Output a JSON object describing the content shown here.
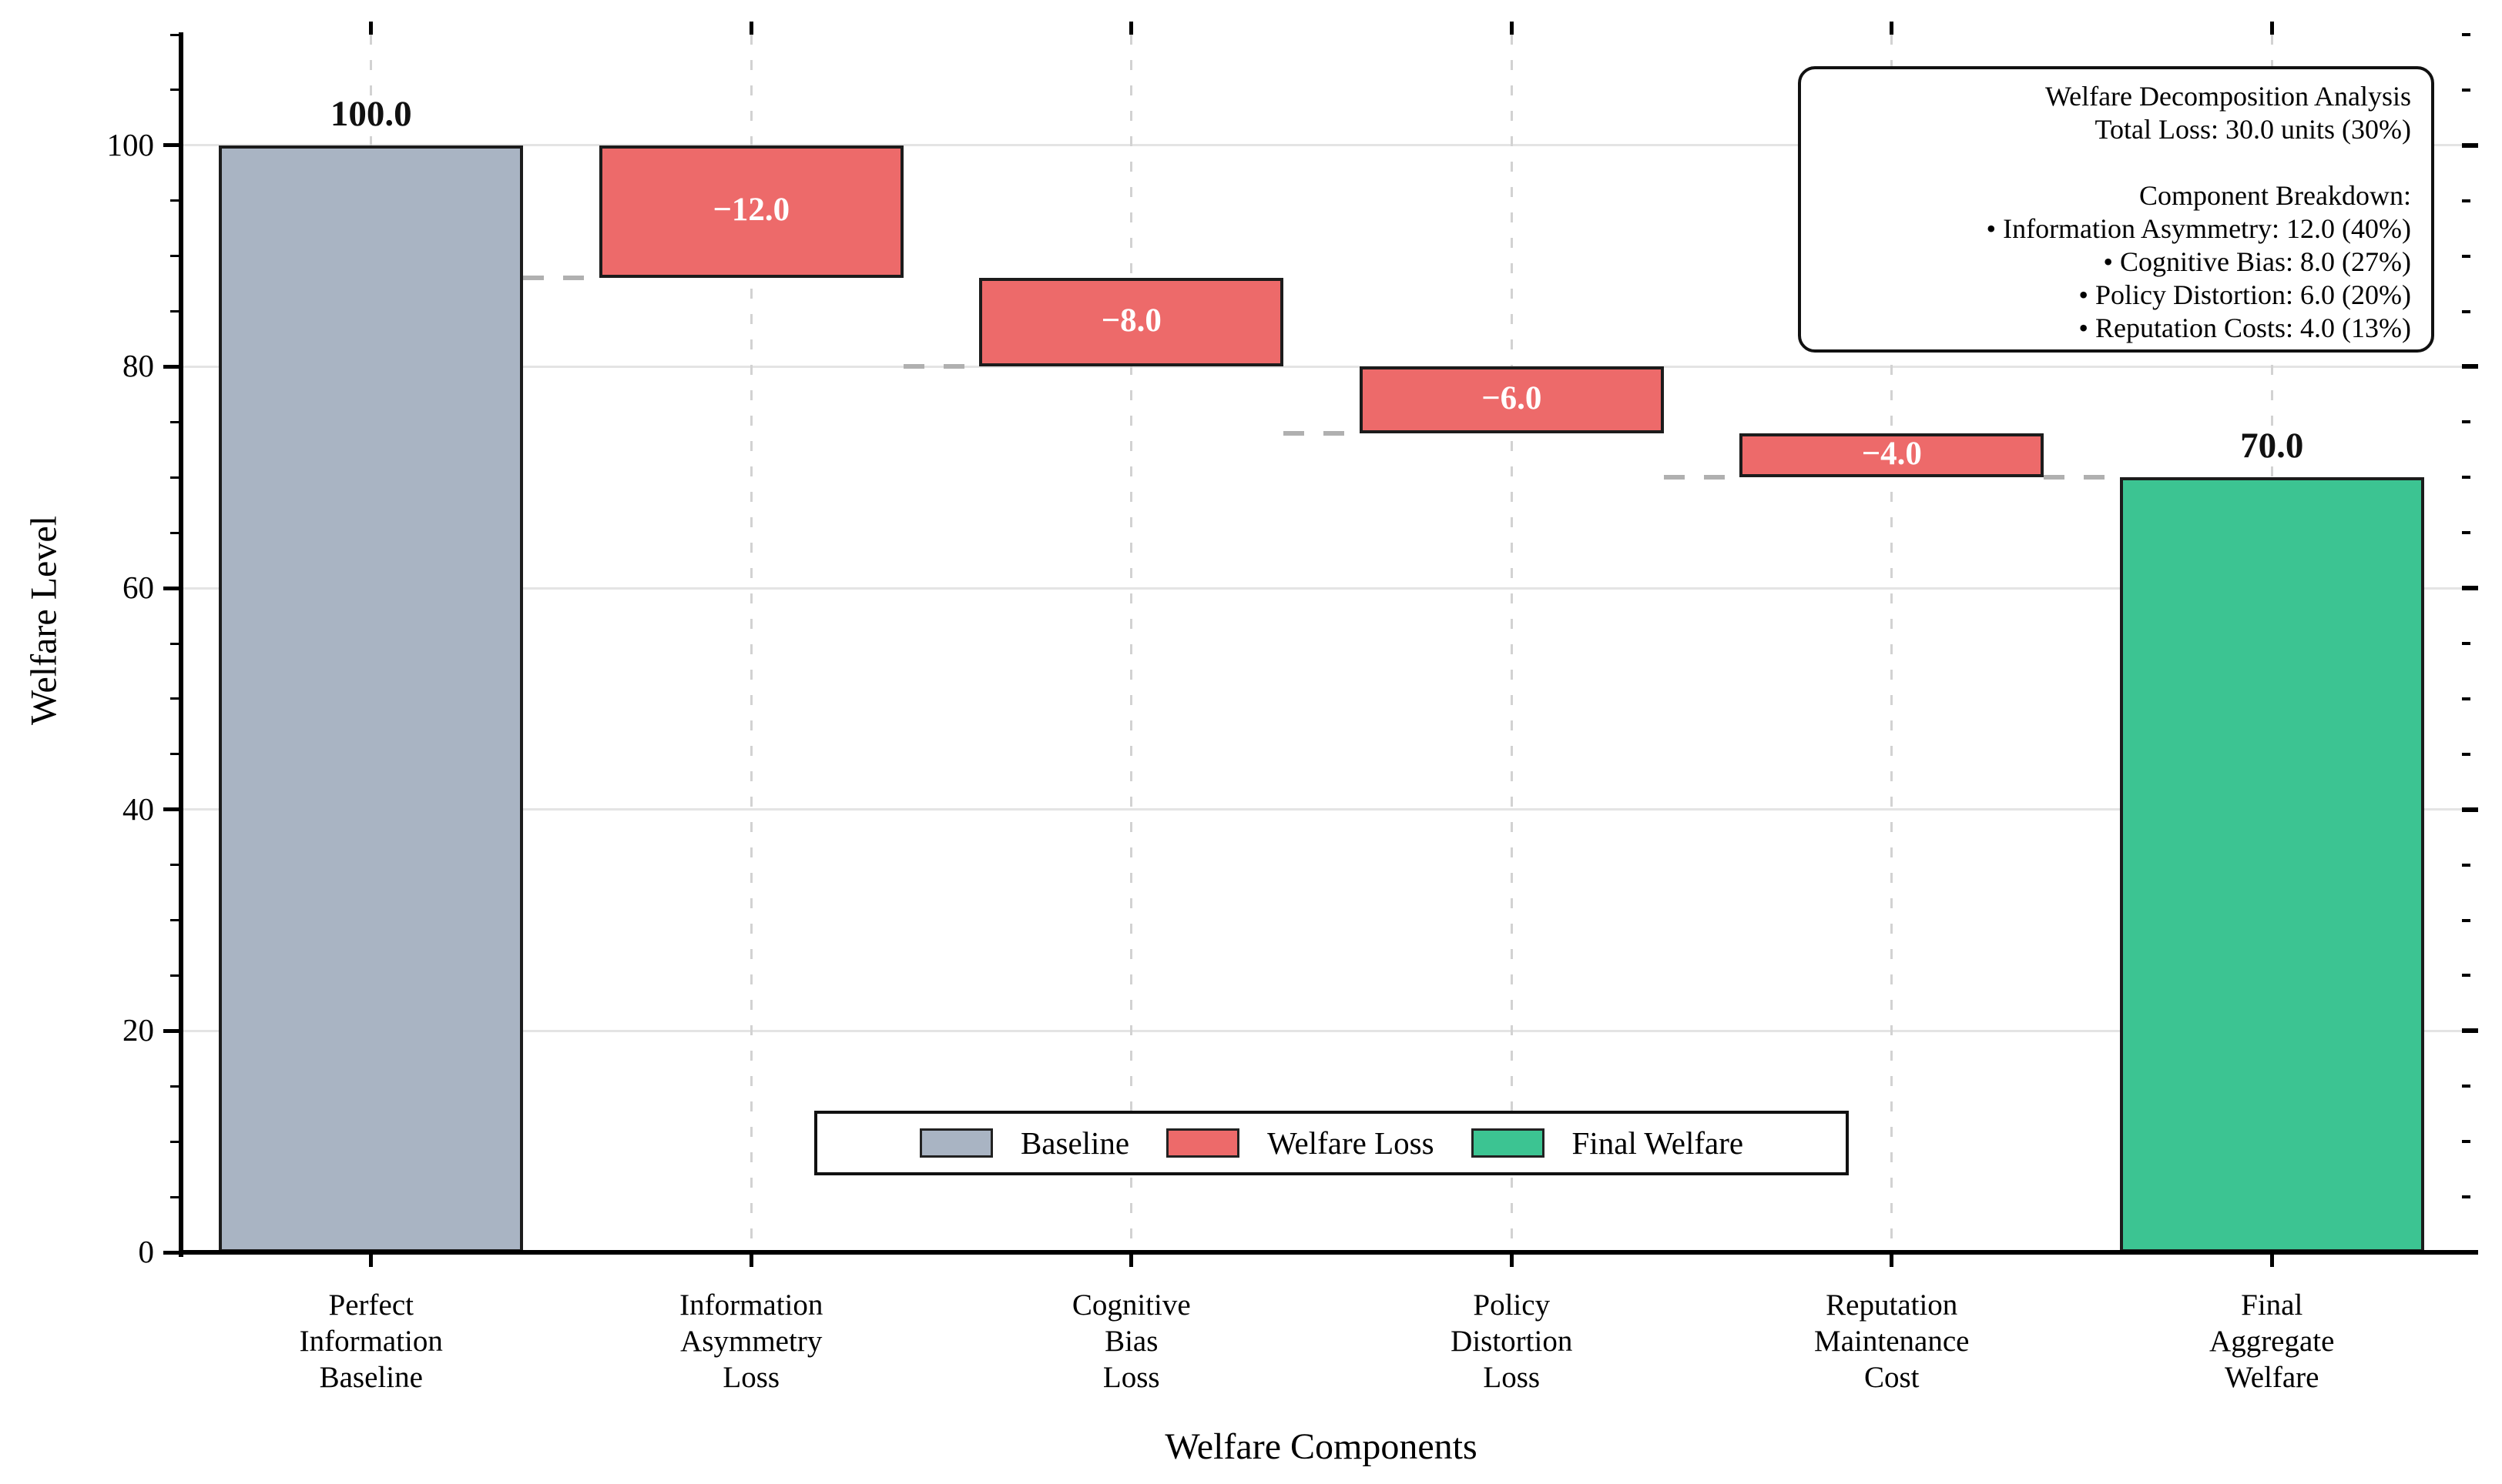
{
  "chart_data": {
    "type": "bar",
    "subtype": "waterfall",
    "title": "",
    "xlabel": "Welfare Components",
    "ylabel": "Welfare Level",
    "ylim": [
      0,
      110
    ],
    "yticks": [
      0,
      20,
      40,
      60,
      80,
      100
    ],
    "y_minor_step": 5,
    "grid": true,
    "bars": [
      {
        "name": "perfect-information-baseline",
        "category_lines": [
          "Perfect",
          "Information",
          "Baseline"
        ],
        "kind": "baseline",
        "base": 0,
        "top": 100,
        "value": 100.0,
        "value_label": "100.0",
        "label_placement": "above"
      },
      {
        "name": "information-asymmetry-loss",
        "category_lines": [
          "Information",
          "Asymmetry",
          "Loss"
        ],
        "kind": "loss",
        "base": 88,
        "top": 100,
        "value": -12.0,
        "value_label": "−12.0",
        "label_placement": "inside"
      },
      {
        "name": "cognitive-bias-loss",
        "category_lines": [
          "Cognitive",
          "Bias",
          "Loss"
        ],
        "kind": "loss",
        "base": 80,
        "top": 88,
        "value": -8.0,
        "value_label": "−8.0",
        "label_placement": "inside"
      },
      {
        "name": "policy-distortion-loss",
        "category_lines": [
          "Policy",
          "Distortion",
          "Loss"
        ],
        "kind": "loss",
        "base": 74,
        "top": 80,
        "value": -6.0,
        "value_label": "−6.0",
        "label_placement": "inside"
      },
      {
        "name": "reputation-maintenance-cost",
        "category_lines": [
          "Reputation",
          "Maintenance",
          "Cost"
        ],
        "kind": "loss",
        "base": 70,
        "top": 74,
        "value": -4.0,
        "value_label": "−4.0",
        "label_placement": "inside"
      },
      {
        "name": "final-aggregate-welfare",
        "category_lines": [
          "Final",
          "Aggregate",
          "Welfare"
        ],
        "kind": "final",
        "base": 0,
        "top": 70,
        "value": 70.0,
        "value_label": "70.0",
        "label_placement": "above"
      }
    ],
    "connectors": [
      {
        "after": 0,
        "level": 88
      },
      {
        "after": 1,
        "level": 80
      },
      {
        "after": 2,
        "level": 74
      },
      {
        "after": 3,
        "level": 70
      },
      {
        "after": 4,
        "level": 70
      }
    ],
    "colors": {
      "baseline": "#a9b4c3",
      "loss": "#ed6a6a",
      "final": "#3cc492",
      "bar_edge": "#1c1c1c",
      "grid_major": "#e4e4e4",
      "grid_vertical": "#d2d2d2",
      "connector": "#b0b0b0",
      "axis": "#000000",
      "value_label_dark": "#111111",
      "value_label_light": "#ffffff"
    }
  },
  "legend": {
    "items": [
      {
        "label": "Baseline",
        "color_key": "baseline"
      },
      {
        "label": "Welfare Loss",
        "color_key": "loss"
      },
      {
        "label": "Final Welfare",
        "color_key": "final"
      }
    ]
  },
  "annotation": {
    "lines": [
      "Welfare Decomposition Analysis",
      "Total Loss: 30.0 units (30%)",
      "",
      "Component Breakdown:",
      "• Information Asymmetry: 12.0 (40%)",
      "• Cognitive Bias: 8.0 (27%)",
      "• Policy Distortion: 6.0 (20%)",
      "• Reputation Costs: 4.0 (13%)"
    ]
  }
}
